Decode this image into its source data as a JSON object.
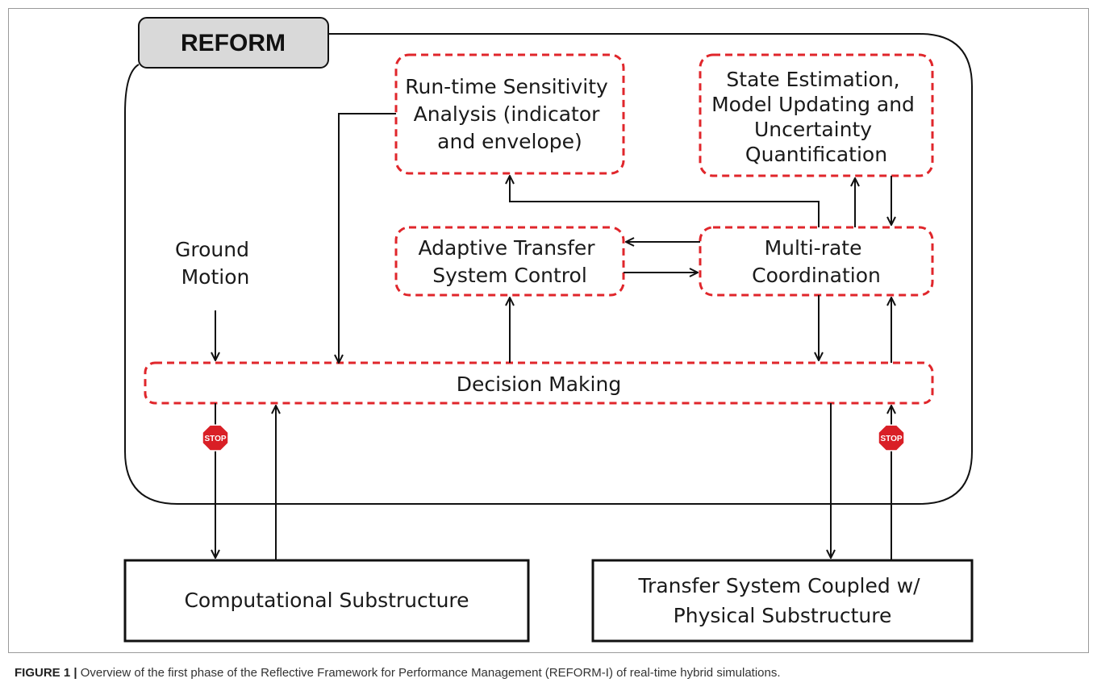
{
  "diagram": {
    "title": "REFORM",
    "nodes": {
      "sensitivity": [
        "Run-time Sensitivity",
        "Analysis (indicator",
        "and envelope)"
      ],
      "state_estimation": [
        "State Estimation,",
        "Model Updating and",
        "Uncertainty",
        "Quantification"
      ],
      "adaptive_control": [
        "Adaptive Transfer",
        "System Control"
      ],
      "multirate": [
        "Multi-rate",
        "Coordination"
      ],
      "ground_motion": [
        "Ground",
        "Motion"
      ],
      "decision_making": [
        "Decision Making"
      ],
      "computational": [
        "Computational Substructure"
      ],
      "physical": [
        "Transfer System Coupled w/",
        "Physical Substructure"
      ]
    },
    "stop_sign_label": "STOP",
    "colors": {
      "dashed_border": "#e0262b",
      "stop_sign": "#d91f26",
      "title_tab": "#d9d9d9",
      "line": "#111111"
    }
  },
  "caption": {
    "label": "FIGURE 1 |",
    "text": " Overview of the first phase of the Reflective Framework for Performance Management (REFORM-I) of real-time hybrid simulations."
  }
}
